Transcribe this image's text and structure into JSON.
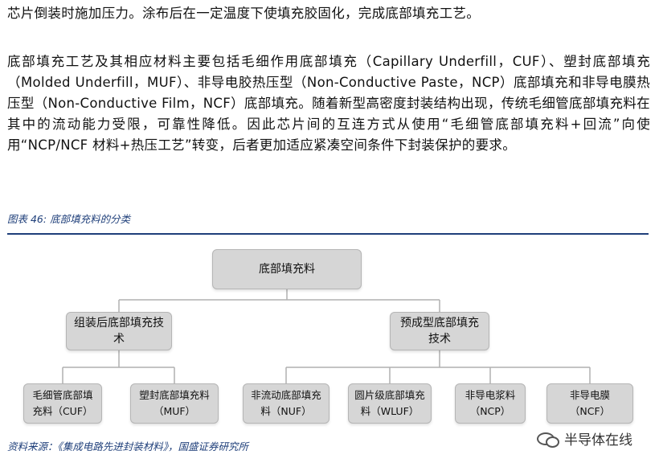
{
  "paragraphs": {
    "p1": "芯片倒装时施加压力。涂布后在一定温度下使填充胶固化，完成底部填充工艺。",
    "p2": "底部填充工艺及其相应材料主要包括毛细作用底部填充（Capillary Underfill，CUF）、塑封底部填充（Molded Underfill，MUF）、非导电胶热压型（Non-Conductive Paste，NCP）底部填充和非导电膜热压型（Non-Conductive Film，NCF）底部填充。随着新型高密度封装结构出现，传统毛细管底部填充料在其中的流动能力受限，可靠性降低。因此芯片间的互连方式从使用“毛细管底部填充料+回流”向使用“NCP/NCF 材料+热压工艺”转变，后者更加适应紧凑空间条件下封装保护的要求。"
  },
  "figure": {
    "title": "图表 46:  底部填充料的分类",
    "source": "资料来源：《集成电路先进封装材料》，国盛证券研究所",
    "root": "底部填充料",
    "branches": [
      {
        "label": "组装后底部填充技术",
        "children": [
          "毛细管底部填充料（CUF）",
          "塑封底部填充料（MUF）"
        ]
      },
      {
        "label": "预成型底部填充技术",
        "children": [
          "非流动底部填充料（NUF）",
          "圆片级底部填充料（WLUF）",
          "非导电浆料（NCP）",
          "非导电膜（NCF）"
        ]
      }
    ]
  },
  "watermark": "半导体在线",
  "colors": {
    "accent": "#1f3f7a",
    "box_fill": "#d6d6d6",
    "box_border": "#b5b5b5"
  }
}
